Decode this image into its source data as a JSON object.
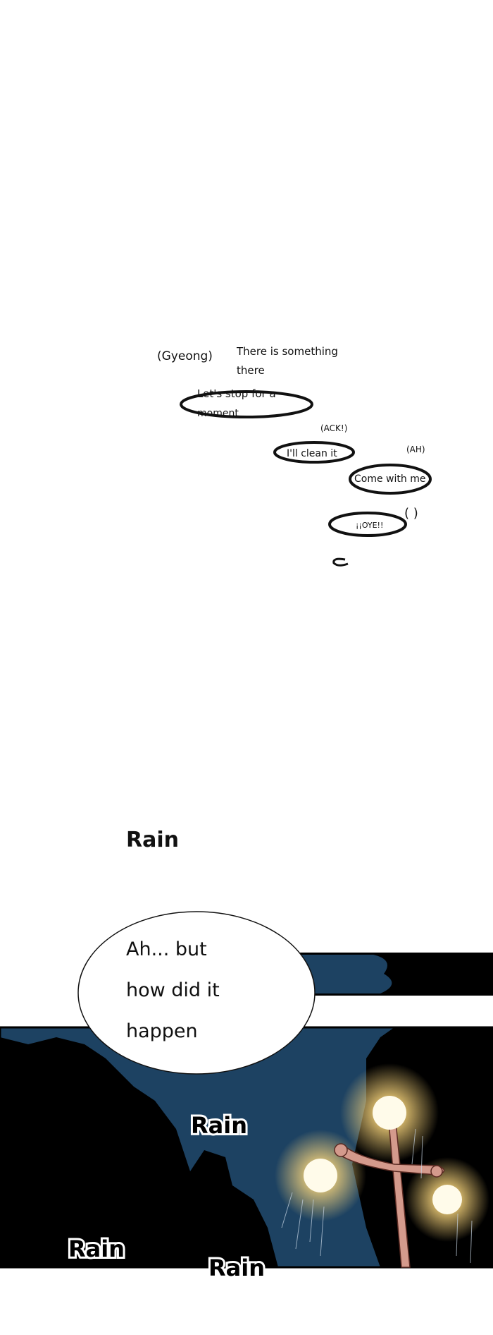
{
  "dialogue": {
    "gyeong": "(Gyeong)",
    "something_line1": "There is something",
    "something_line2": "there",
    "stop_line1": "Let's stop for a",
    "stop_line2": "moment",
    "ack": "(ACK!)",
    "clean": "I'll clean it",
    "ah": "(AH)",
    "come": "Come with me",
    "empty_parens": "(   )",
    "oye": "¡¡OYE!!",
    "speech_line1": "Ah... but",
    "speech_line2": "how did it",
    "speech_line3": "happen"
  },
  "sound_effects": [
    "Rain",
    "Rain",
    "Rain",
    "Rain"
  ],
  "colors": {
    "night_sky": "#1d4262",
    "trees": "#000000",
    "lamp_pole": "#d49a8c",
    "lamp_glow": "#f5d27a"
  }
}
